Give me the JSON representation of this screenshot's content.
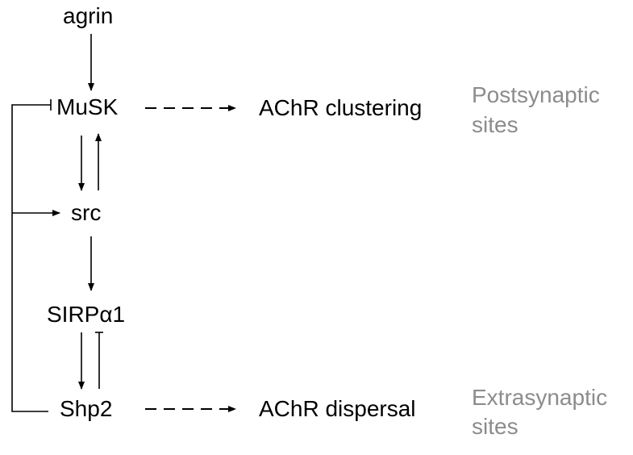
{
  "nodes": {
    "agrin": "agrin",
    "musk": "MuSK",
    "src": "src",
    "sirpa1": "SIRPα1",
    "shp2": "Shp2"
  },
  "outcomes": {
    "clustering": "AChR clustering",
    "dispersal": "AChR dispersal"
  },
  "sites": {
    "postsynaptic": [
      "Postsynaptic",
      "sites"
    ],
    "extrasynaptic": [
      "Extrasynaptic",
      "sites"
    ]
  },
  "colors": {
    "ink": "#000000",
    "site_text": "#8c8c8c"
  }
}
